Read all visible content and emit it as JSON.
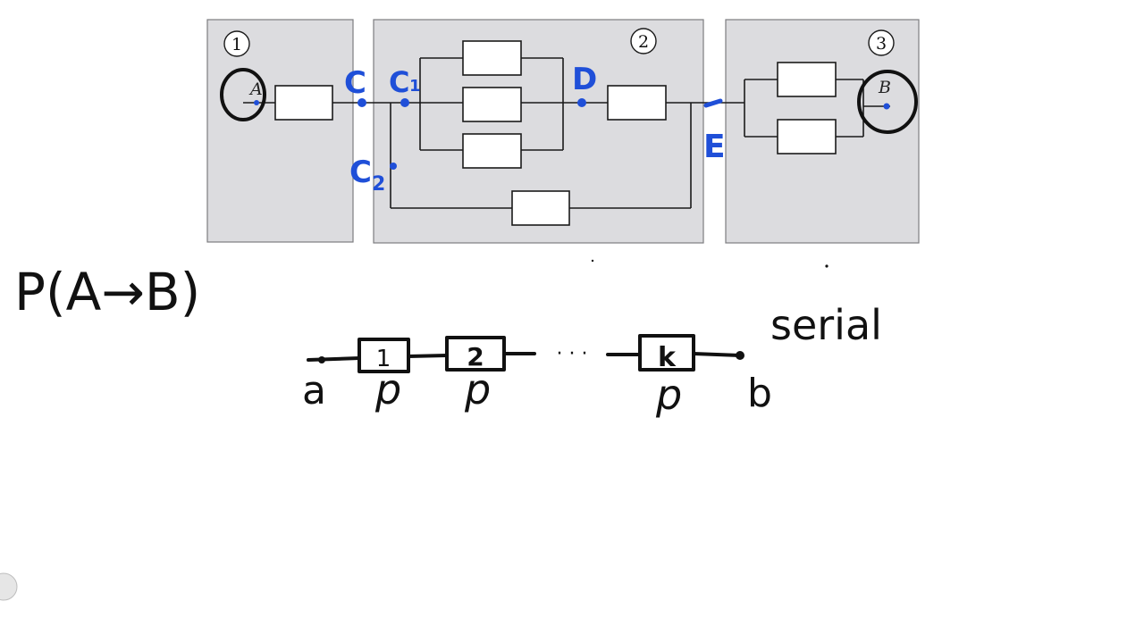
{
  "panels": {
    "panel_1_number": "1",
    "panel_2_number": "2",
    "panel_3_number": "3"
  },
  "nodes": {
    "A": "A",
    "B": "B"
  },
  "annotations": {
    "C": "C",
    "C1": "C",
    "C1_sub": "1",
    "C2": "C",
    "C2_sub": "2",
    "D": "D",
    "E": "E"
  },
  "handwriting": {
    "probability": "P(A→B)",
    "serial": "serial",
    "series_a": "a",
    "series_b": "b",
    "block_1": "1",
    "block_2": "2",
    "block_k": "k",
    "ellipsis": "· · ·",
    "p1": "p",
    "p2": "p",
    "pk": "p"
  },
  "colors": {
    "panel_fill": "#dcdcdf",
    "annotation_blue": "#1f4fd8",
    "ink": "#111111"
  }
}
